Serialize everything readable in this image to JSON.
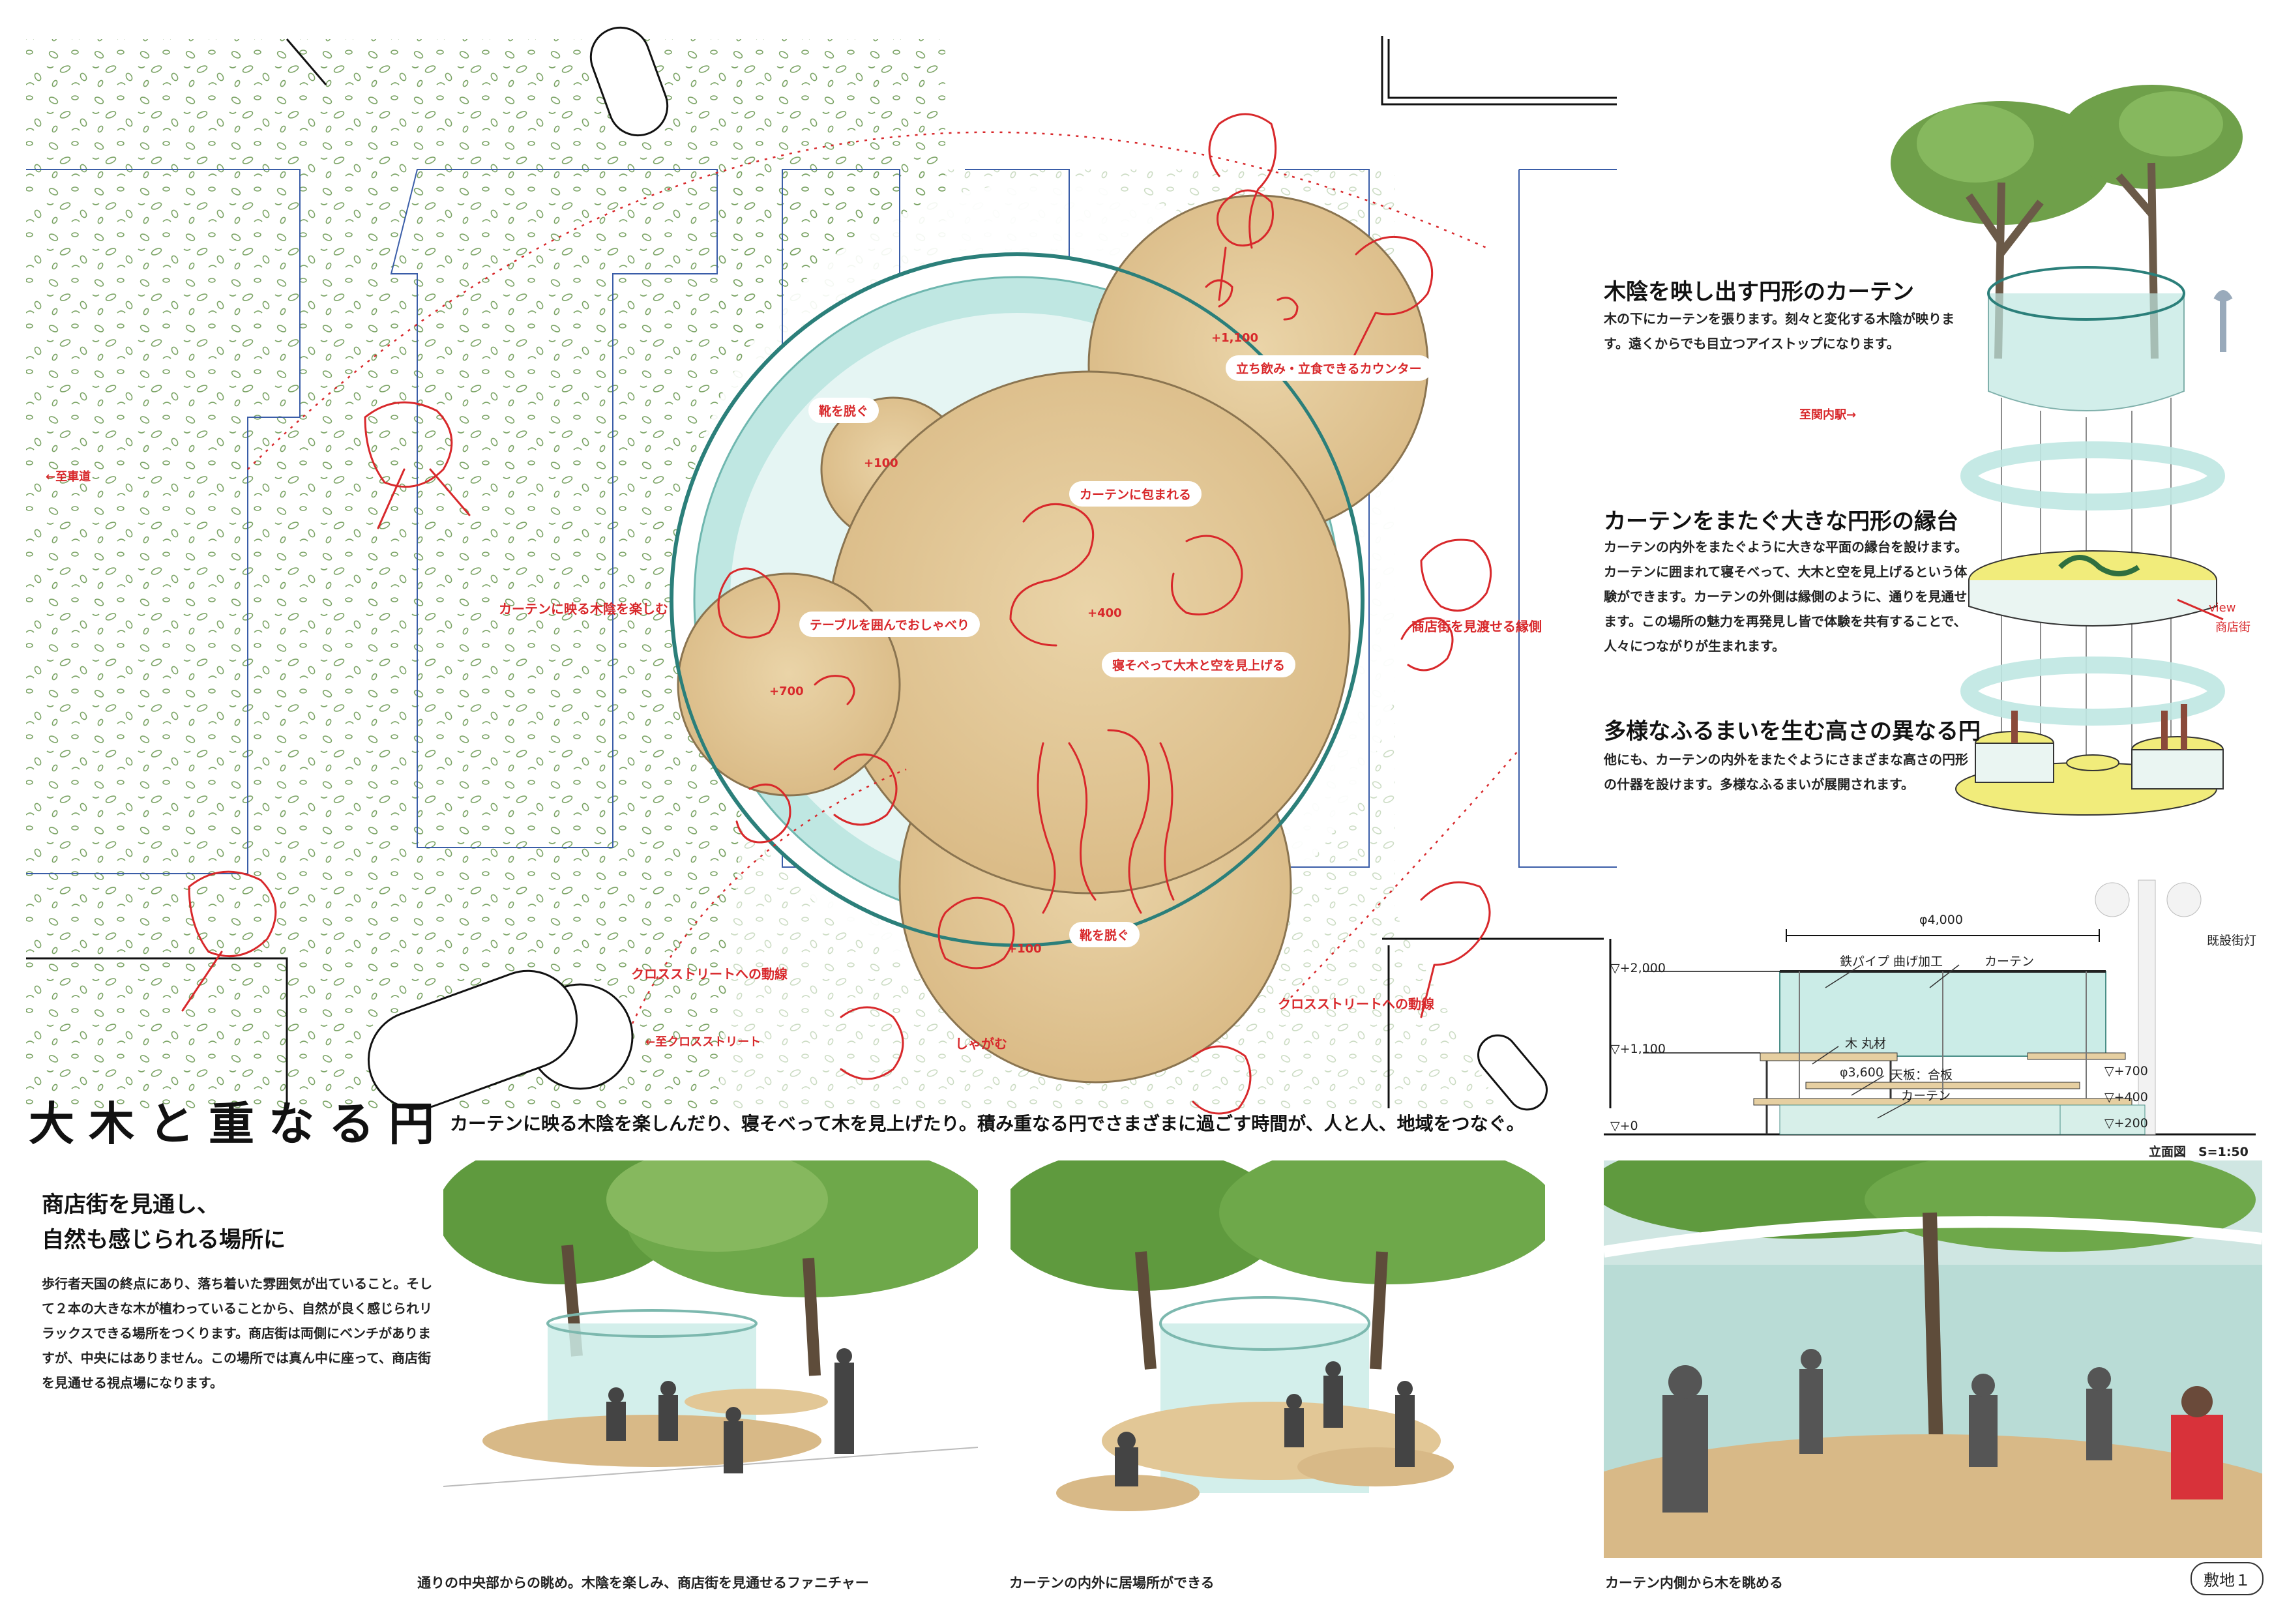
{
  "title": "大木と重なる円",
  "subtitle": "カーテンに映る木陰を楽しんだり、寝そべって木を見上げたり。積み重なる円でさまざまに過ごす時間が、人と人、地域をつなぐ。",
  "plan": {
    "pills": [
      "靴を脱ぐ",
      "カーテンに包まれる",
      "立ち飲み・立食できるカウンター",
      "テーブルを囲んでおしゃべり",
      "寝そべって大木と空を見上げる",
      "靴を脱ぐ"
    ],
    "heights": [
      "+100",
      "+1,100",
      "+400",
      "+700",
      "+100"
    ],
    "annotations": {
      "curtain_shade": "カーテンに映る木陰を楽しむ",
      "engawa": "商店街を見渡せる縁側",
      "cross_left": "クロスストリートへの動線",
      "cross_right": "クロスストリートへの動線",
      "squat": "しゃがむ",
      "to_road": "←至車道",
      "to_kannai": "至関内駅→",
      "to_cross": "←至クロスストリート"
    }
  },
  "concepts": [
    {
      "heading": "木陰を映し出す円形のカーテン",
      "text": "木の下にカーテンを張ります。刻々と変化する木陰が映ります。遠くからでも目立つアイストップになります。"
    },
    {
      "heading": "カーテンをまたぐ大きな円形の縁台",
      "text": "カーテンの内外をまたぐように大きな平面の縁台を設けます。カーテンに囲まれて寝そべって、大木と空を見上げるという体験ができます。カーテンの外側は縁側のように、通りを見通せます。この場所の魅力を再発見し皆で体験を共有することで、人々につながりが生まれます。"
    },
    {
      "heading": "多様なふるまいを生む高さの異なる円",
      "text": "他にも、カーテンの内外をまたぐようにさまざまな高さの円形の什器を設けます。多様なふるまいが展開されます。"
    }
  ],
  "diagram_labels": {
    "view": "view",
    "shotengai": "商店街"
  },
  "elevation": {
    "phi_top": "φ4,000",
    "phi_bottom": "φ3,600",
    "lamp": "既設街灯",
    "pipe": "鉄パイプ 曲げ加工",
    "curtain": "カーテン",
    "curtain2": "カーテン",
    "wood": "木 丸材",
    "plywood": "天板：合板",
    "levels_left": [
      "▽+2,000",
      "▽+1,100",
      "▽+0"
    ],
    "levels_right": [
      "▽+700",
      "▽+400",
      "▽+200"
    ],
    "caption": "立面図　S=1:50"
  },
  "intro": {
    "heading_line1": "商店街を見通し、",
    "heading_line2": "自然も感じられる場所に",
    "text": "歩行者天国の終点にあり、落ち着いた雰囲気が出ていること。そして２本の大きな木が植わっていることから、自然が良く感じられリラックスできる場所をつくります。商店街は両側にベンチがありますが、中央にはありません。この場所では真ん中に座って、商店街を見通せる視点場になります。"
  },
  "renders": [
    {
      "caption": "通りの中央部からの眺め。木陰を楽しみ、商店街を見通せるファニチャー"
    },
    {
      "caption": "カーテンの内外に居場所ができる"
    },
    {
      "caption": "カーテン内側から木を眺める"
    }
  ],
  "site_badge": "敷地１"
}
